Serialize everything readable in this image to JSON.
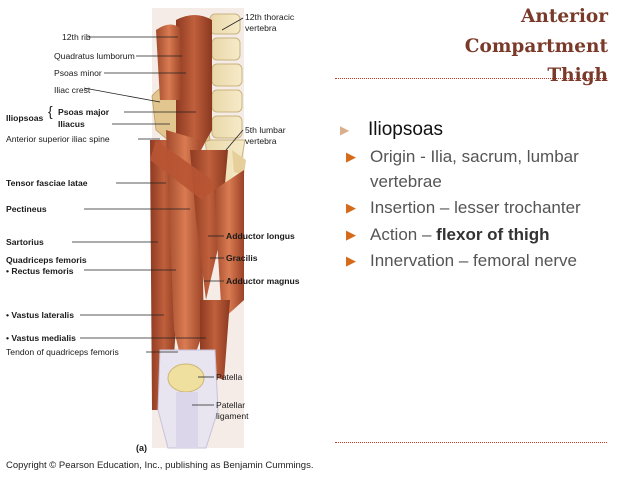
{
  "slide": {
    "title": {
      "line1": "Anterior",
      "line2": "Compartment",
      "line3": "Thigh"
    },
    "main_bullet": "Iliopsoas",
    "sub_bullets": [
      {
        "text": " Origin - Ilia, sacrum, lumbar vertebrae"
      },
      {
        "text": "Insertion – lesser trochanter"
      },
      {
        "prefix": "Action – ",
        "strong": "flexor of thigh"
      },
      {
        "text": "Innervation – femoral nerve"
      }
    ],
    "accent_color": "#7a3a2a",
    "bullet_color": "#d46a1a"
  },
  "figure": {
    "labels_left": {
      "rib": "12th rib",
      "quadratus": "Quadratus lumborum",
      "psoas_minor": "Psoas minor",
      "iliac_crest": "Iliac crest",
      "iliopsoas": "Iliopsoas",
      "psoas_major": "Psoas major",
      "iliacus": "Iliacus",
      "ant_sup_spine": "Anterior superior iliac spine",
      "tensor": "Tensor fasciae latae",
      "pectineus": "Pectineus",
      "sartorius": "Sartorius",
      "quadriceps": "Quadriceps femoris",
      "rectus": "• Rectus femoris",
      "vastus_lat": "• Vastus lateralis",
      "vastus_med": "• Vastus medialis",
      "tendon": "Tendon of quadriceps femoris"
    },
    "labels_right": {
      "thoracic": "12th thoracic",
      "vertebra1": "vertebra",
      "lumbar": "5th lumbar",
      "vertebra2": "vertebra",
      "adductor_longus": "Adductor longus",
      "gracilis": "Gracilis",
      "adductor_magnus": "Adductor magnus",
      "patella": "Patella",
      "patellar": "Patellar",
      "ligament": "ligament"
    },
    "panel_letter": "(a)",
    "copyright": "Copyright © Pearson Education, Inc., publishing as Benjamin Cummings."
  }
}
